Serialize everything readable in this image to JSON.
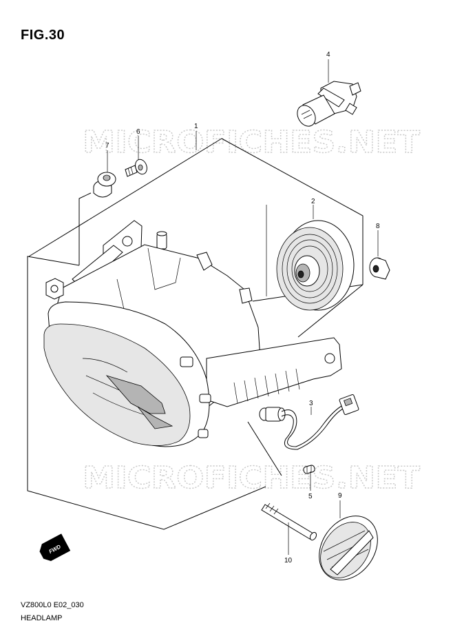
{
  "figure": {
    "title": "FIG.30",
    "model_code": "VZ800L0 E02_030",
    "assembly_name": "HEADLAMP"
  },
  "watermark": "MICROFICHES.NET",
  "direction_badge": "FWD",
  "parts": [
    {
      "ref": "1",
      "icon": "headlamp-housing-icon"
    },
    {
      "ref": "2",
      "icon": "rubber-bulb-cover-icon"
    },
    {
      "ref": "3",
      "icon": "position-socket-harness-icon"
    },
    {
      "ref": "4",
      "icon": "headlamp-bulb-icon"
    },
    {
      "ref": "5",
      "icon": "position-bulb-icon"
    },
    {
      "ref": "6",
      "icon": "screw-washer-icon"
    },
    {
      "ref": "7",
      "icon": "rubber-grommet-icon"
    },
    {
      "ref": "8",
      "icon": "rubber-cushion-icon"
    },
    {
      "ref": "9",
      "icon": "reflector-icon"
    },
    {
      "ref": "10",
      "icon": "pin-bolt-icon"
    }
  ]
}
